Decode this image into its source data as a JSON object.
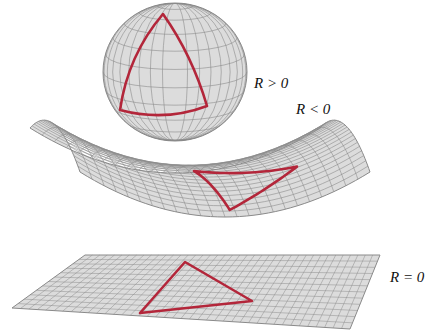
{
  "diagram": {
    "labels": [
      "R > 0",
      "R < 0",
      "R = 0"
    ]
  }
}
